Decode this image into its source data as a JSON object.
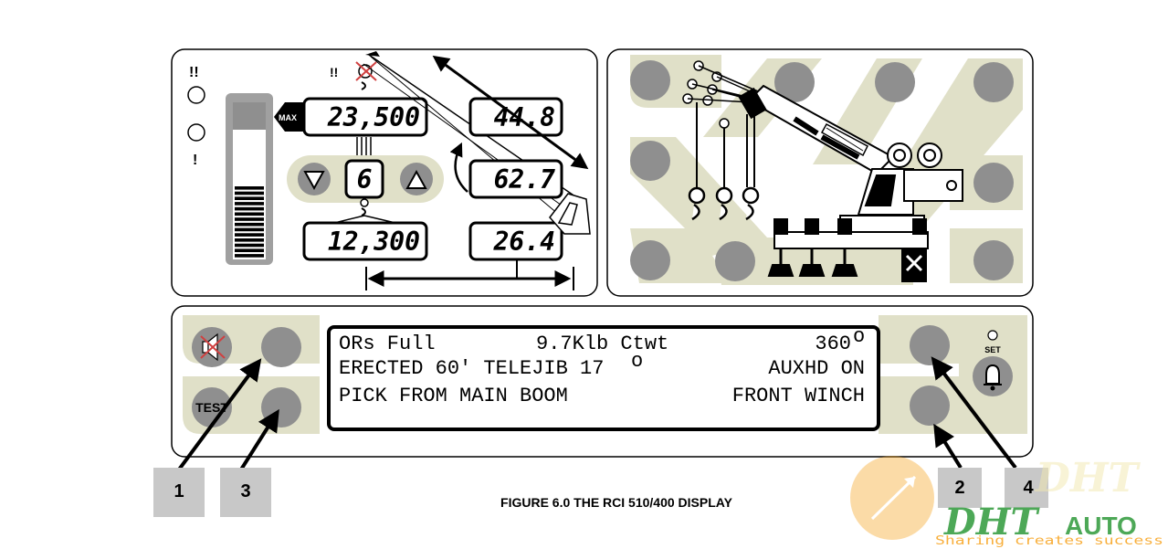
{
  "top_left_panel": {
    "max_label": "MAX",
    "max_load": "23,500",
    "radius": "44.8",
    "parts_of_line": "6",
    "boom_angle": "62.7",
    "actual_load": "12,300",
    "boom_length": "26.4",
    "alarm_mark_double": "!!",
    "alarm_mark_single": "!"
  },
  "bottom_panel": {
    "test_label": "TEST",
    "set_label": "SET",
    "lcd": {
      "line1_left": "ORs Full",
      "line1_mid": "9.7Klb Ctwt",
      "line1_right": "360",
      "line1_right_sup": "o",
      "line2_left": "ERECTED 60' TELEJIB 17",
      "line2_left_sup": "o",
      "line2_right": "AUXHD ON",
      "line3_left": "PICK FROM MAIN BOOM",
      "line3_right": "FRONT WINCH"
    }
  },
  "callouts": [
    "1",
    "3",
    "2",
    "4"
  ],
  "caption": "FIGURE 6.0  THE RCI 510/400 DISPLAY",
  "watermark": {
    "brand": "DHT",
    "brand_suffix": "AUTO",
    "tagline": "Sharing creates success"
  },
  "colors": {
    "panel_fill": "#e0e0c8",
    "button_fill": "#8f8f8f",
    "callout_box": "#c8c8c8",
    "watermark_orange": "#f7a21b",
    "watermark_green": "#2e9a3a"
  }
}
